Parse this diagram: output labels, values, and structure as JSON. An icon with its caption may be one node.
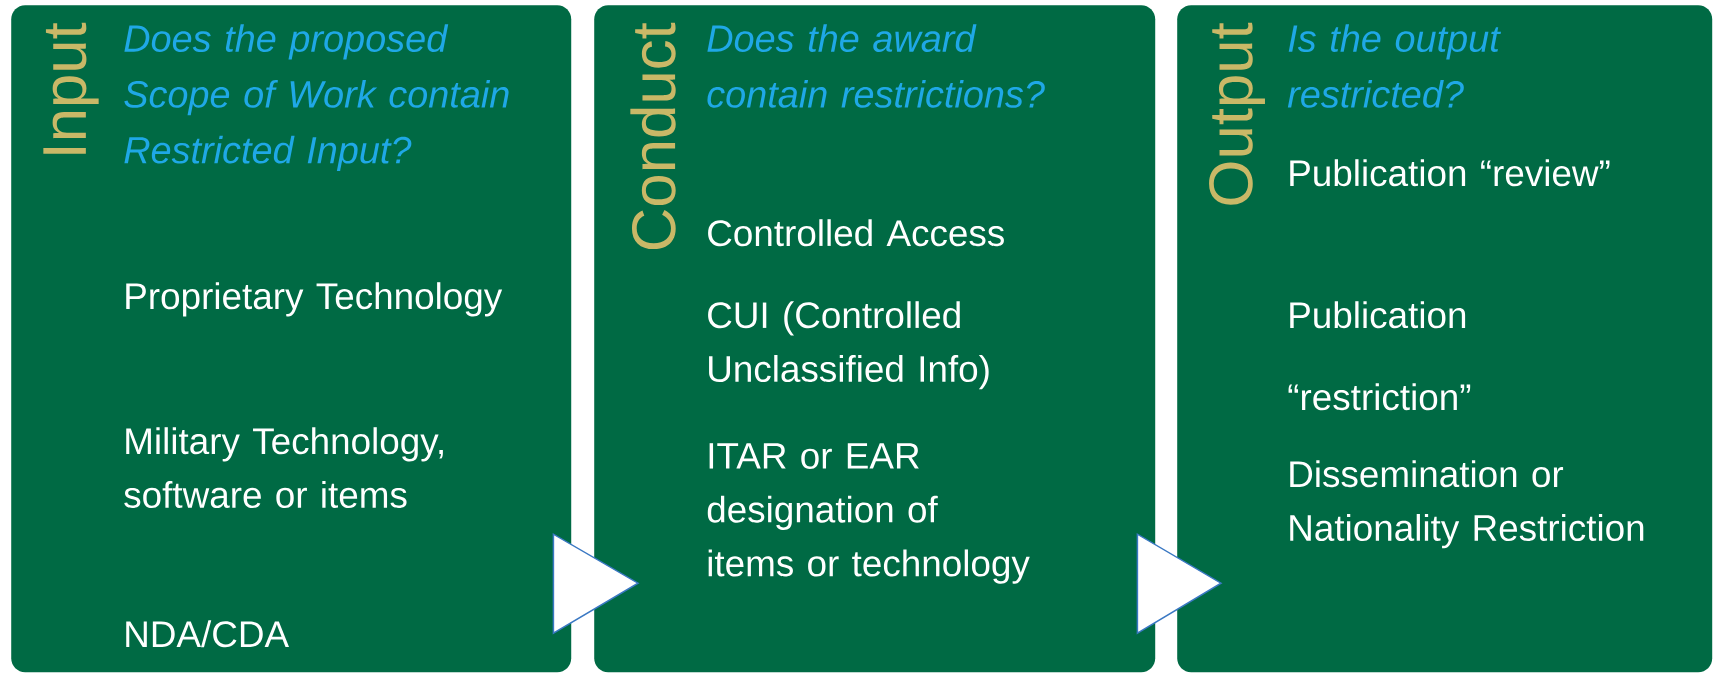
{
  "diagram": {
    "nodes": [
      {
        "text": [
          "Input",
          "Does the proposed Scope of Work contain Restricted Input?",
          "Proprietary Technology",
          "Military Technology, software or items",
          "NDA/CDA"
        ]
      },
      {
        "text": [
          "Conduct",
          "Does the award contain restrictions?",
          "Controlled Access",
          "CUI (Controlled Unclassified Info)",
          "ITAR or EAR designation of items or technology"
        ]
      },
      {
        "text": [
          "Output",
          "Is the output restricted?",
          "Publication “review”",
          "Publication",
          "“restriction”",
          "Dissemination or Nationality Restriction"
        ]
      }
    ],
    "edges": [
      {
        "from": 0,
        "to": 1,
        "arrow": "to"
      },
      {
        "from": 1,
        "to": 2,
        "arrow": "to"
      }
    ]
  }
}
